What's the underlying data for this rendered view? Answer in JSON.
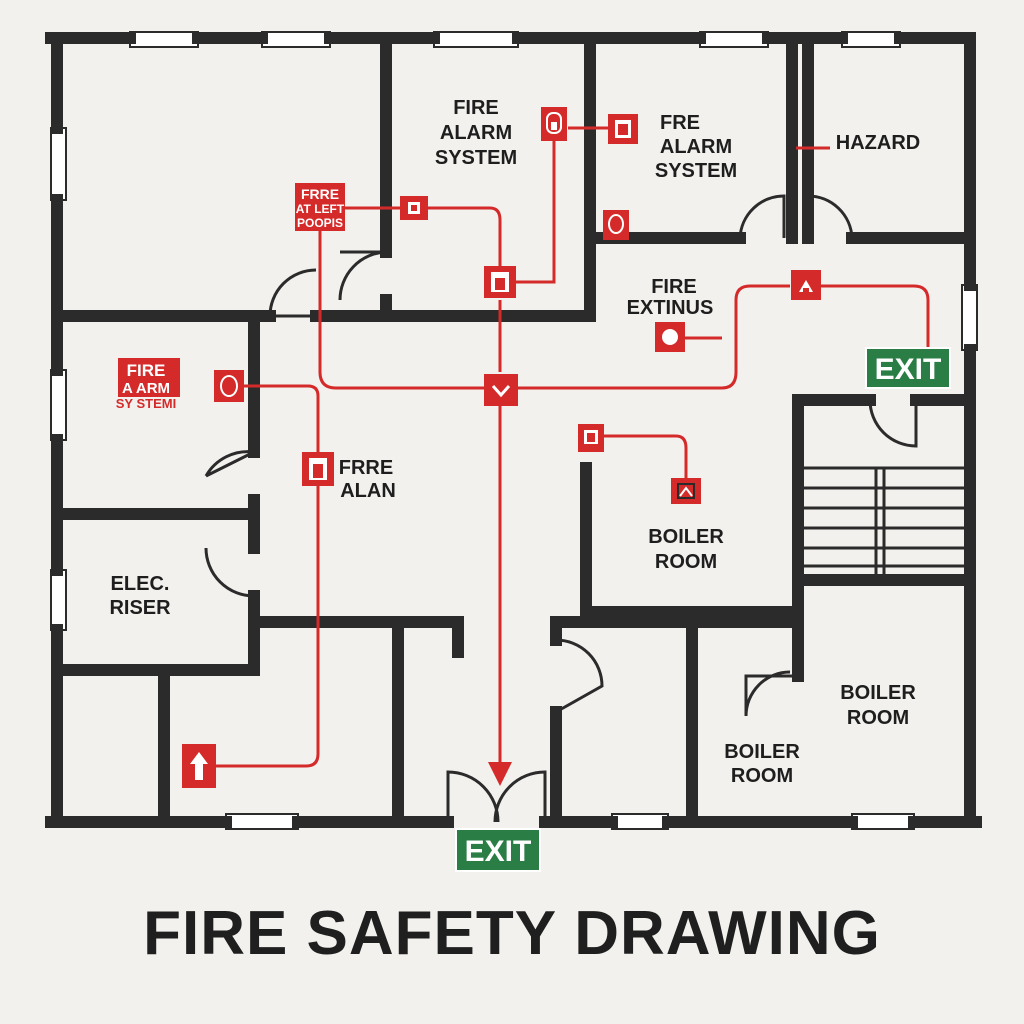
{
  "title": "FIRE SAFETY DRAWING",
  "colors": {
    "wall": "#2b2b2b",
    "background": "#f3f1ee",
    "fire_red": "#d42a2a",
    "route_red": "#d42a2a",
    "exit_green": "#2a7d45"
  },
  "rooms": {
    "fire_alarm_top": [
      "FIRE",
      "ALARM",
      "SYSTEM"
    ],
    "fire_alarm_right": [
      "FRE",
      "ALARM",
      "SYSTEM"
    ],
    "hazard": "HAZARD",
    "fire_extinus": [
      "FIRE",
      "EXTINUS"
    ],
    "frre_alan": [
      "FRRE",
      "ALAN"
    ],
    "elec_riser": [
      "ELEC.",
      "RISER"
    ],
    "boiler_room_center": [
      "BOILER",
      "ROOM"
    ],
    "boiler_room_right": [
      "BOILER",
      "ROOM"
    ],
    "boiler_room_bottom": [
      "BOILER",
      "ROOM"
    ]
  },
  "red_labels": {
    "fire_alert_points": [
      "FRRE",
      "AT LEFT",
      "POOPIS"
    ],
    "fire_alarm_system_left": [
      "FIRE",
      "A ARM",
      "SY STEMI"
    ]
  },
  "exits": {
    "right": "EXIT",
    "bottom": "EXIT"
  },
  "icons": [
    "fire-alarm-bell-icon",
    "manual-call-point-icon",
    "smoke-detector-icon",
    "fire-extinguisher-icon",
    "exit-direction-icon",
    "fire-hose-icon",
    "sprinkler-icon",
    "up-arrow-icon"
  ]
}
